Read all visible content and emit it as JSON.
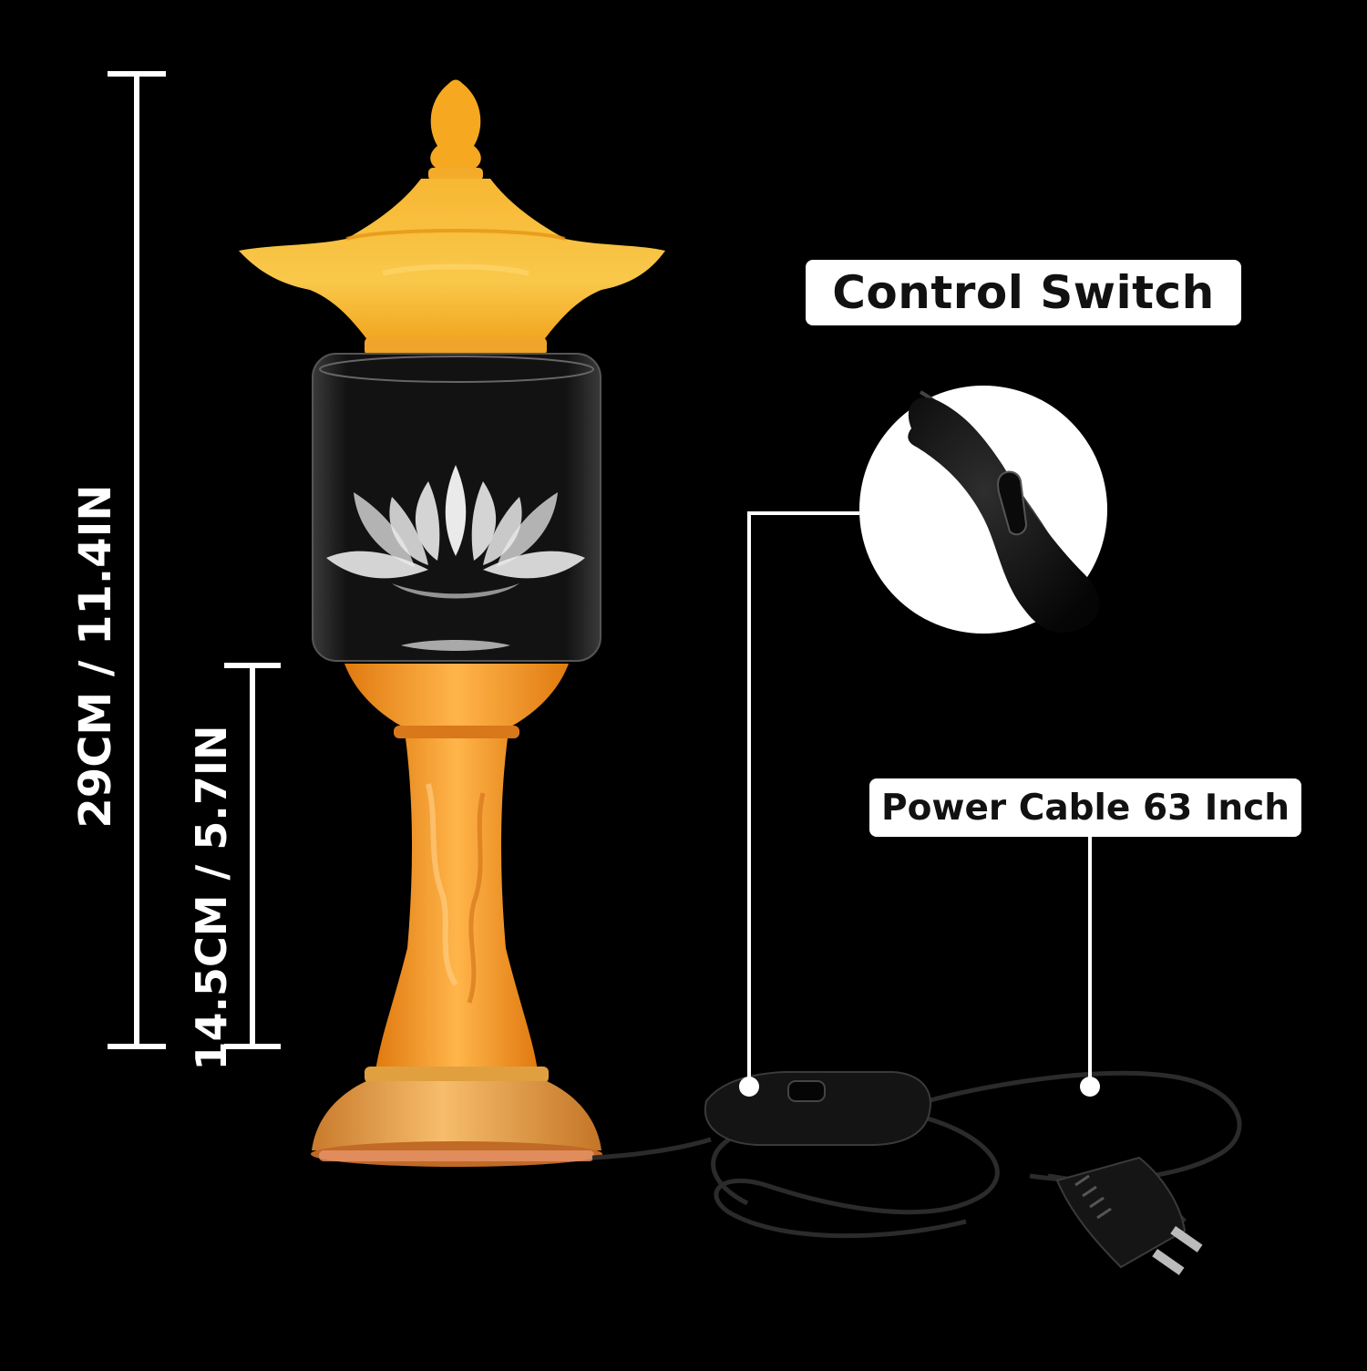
{
  "dimensions": {
    "total_height": "29CM / 11.4IN",
    "base_height": "14.5CM / 5.7IN"
  },
  "callouts": {
    "control_switch": "Control Switch",
    "power_cable": "Power Cable 63 Inch"
  },
  "colors": {
    "background": "#000000",
    "amber_top": "#f4a91e",
    "amber_stem": "#f08a1a",
    "gold_base": "#e9a44a",
    "crystal": "#1a1a1a",
    "label_bg": "#ffffff",
    "line_color": "#ffffff"
  }
}
